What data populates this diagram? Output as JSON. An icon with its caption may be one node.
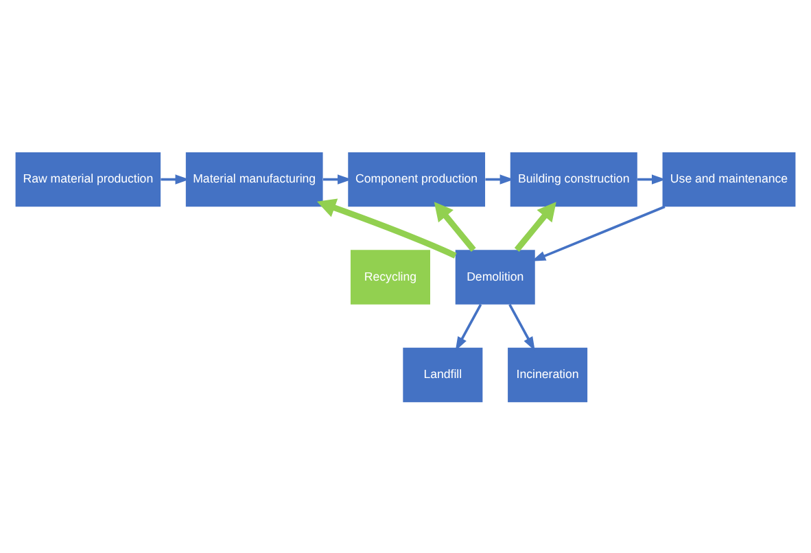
{
  "diagram": {
    "nodes": [
      {
        "text": [
          "Raw material production"
        ]
      },
      {
        "text": [
          "Material manufacturing"
        ]
      },
      {
        "text": [
          "Component production"
        ]
      },
      {
        "text": [
          "Building construction"
        ]
      },
      {
        "text": [
          "Use and maintenance"
        ]
      },
      {
        "text": [
          "Demolition"
        ]
      },
      {
        "text": [
          "Recycling"
        ]
      },
      {
        "text": [
          "Landfill"
        ]
      },
      {
        "text": [
          "Incineration"
        ]
      }
    ],
    "edges": [
      {
        "from": 0,
        "to": 1,
        "arrow": "to"
      },
      {
        "from": 1,
        "to": 2,
        "arrow": "to"
      },
      {
        "from": 2,
        "to": 3,
        "arrow": "to"
      },
      {
        "from": 3,
        "to": 4,
        "arrow": "to"
      },
      {
        "from": 4,
        "to": 5,
        "arrow": "to"
      },
      {
        "from": 5,
        "to": 1,
        "arrow": "to",
        "style": "thick",
        "color": "#92d050"
      },
      {
        "from": 5,
        "to": 2,
        "arrow": "to",
        "style": "thick",
        "color": "#92d050"
      },
      {
        "from": 5,
        "to": 3,
        "arrow": "to",
        "style": "thick",
        "color": "#92d050"
      },
      {
        "from": 5,
        "to": 7,
        "arrow": "to"
      },
      {
        "from": 5,
        "to": 8,
        "arrow": "to"
      }
    ]
  }
}
